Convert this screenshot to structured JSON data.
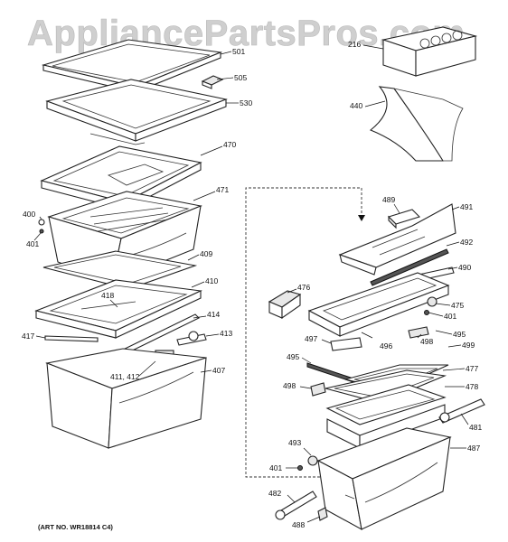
{
  "watermark": "AppliancePartsPros.com",
  "art_number": "(ART NO. WR18814 C4)",
  "callouts": {
    "p501": "501",
    "p505": "505",
    "p530": "530",
    "p470": "470",
    "p471": "471",
    "p400": "400",
    "p401a": "401",
    "p409": "409",
    "p410": "410",
    "p418": "418",
    "p414": "414",
    "p417": "417",
    "p413": "413",
    "p411": "411, 412",
    "p407": "407",
    "p216": "216",
    "p440": "440",
    "p489": "489",
    "p491": "491",
    "p492": "492",
    "p490": "490",
    "p476": "476",
    "p475": "475",
    "p401b": "401",
    "p495a": "495",
    "p497": "497",
    "p496": "496",
    "p498a": "498",
    "p499": "499",
    "p495b": "495",
    "p477": "477",
    "p498b": "498",
    "p478": "478",
    "p481": "481",
    "p493": "493",
    "p487": "487",
    "p401c": "401",
    "p482": "482",
    "p488": "488"
  }
}
